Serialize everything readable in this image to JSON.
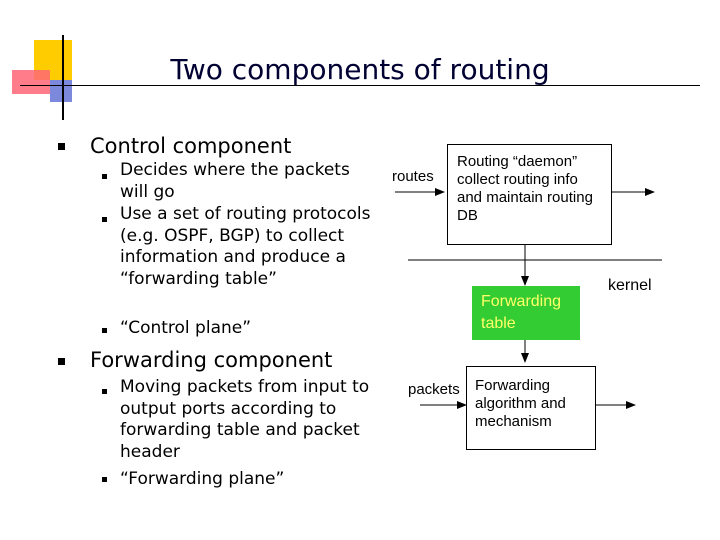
{
  "slide": {
    "title": "Two components of routing",
    "bullets": [
      {
        "text": "Control component",
        "subs": [
          "Decides where the packets will go",
          "Use a set of routing protocols (e.g. OSPF, BGP) to collect information and produce a “forwarding table”",
          "“Control plane”"
        ]
      },
      {
        "text": "Forwarding component",
        "subs": [
          "Moving packets from input to output ports according to forwarding table and packet header",
          "“Forwarding plane”"
        ]
      }
    ]
  },
  "diagram": {
    "routes_label": "routes",
    "daemon_box": "Routing “daemon” collect routing info and maintain routing DB",
    "kernel_label": "kernel",
    "forwarding_table_box": "Forwarding table",
    "packets_label": "packets",
    "forwarding_algo_box": "Forwarding algorithm and mechanism"
  },
  "colors": {
    "title": "#000033",
    "forwarding_table_fill": "#33cc33",
    "forwarding_table_text": "#ffff66",
    "deco_yellow": "#ffcc00",
    "deco_red": "#ff3333",
    "deco_blue": "#3333cc"
  }
}
